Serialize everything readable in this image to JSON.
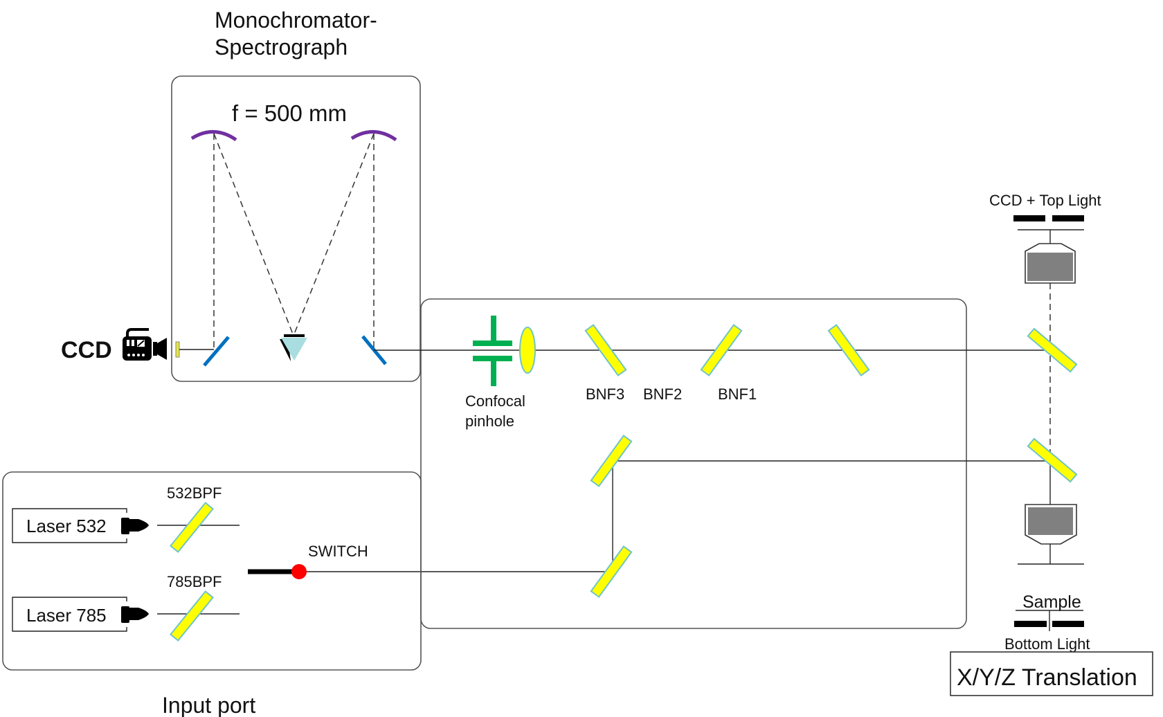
{
  "title": {
    "line1": "Monochromator-",
    "line2": "Spectrograph"
  },
  "spectrograph": {
    "focal_length_label": "f = 500 mm",
    "detector_label": "CCD"
  },
  "confocal": {
    "pinhole_label_line1": "Confocal",
    "pinhole_label_line2": "pinhole"
  },
  "filters": {
    "bnf3": "BNF3",
    "bnf2": "BNF2",
    "bnf1": "BNF1"
  },
  "input_port": {
    "title": "Input port",
    "laser_532": "Laser 532",
    "laser_785": "Laser 785",
    "bpf_532": "532BPF",
    "bpf_785": "785BPF",
    "switch": "SWITCH"
  },
  "microscope": {
    "top_label": "CCD + Top Light",
    "sample_label": "Sample",
    "bottom_light_label": "Bottom Light",
    "stage_label": "X/Y/Z Translation"
  },
  "colors": {
    "filter_fill": "#ffff00",
    "filter_edge": "#6fc3c9",
    "mirror_curved": "#7030a0",
    "mirror_flat": "#0070c0",
    "prism": "#a9dde0",
    "pinhole": "#00b050",
    "switch_dot": "#ff0000",
    "objective": "#808080"
  }
}
